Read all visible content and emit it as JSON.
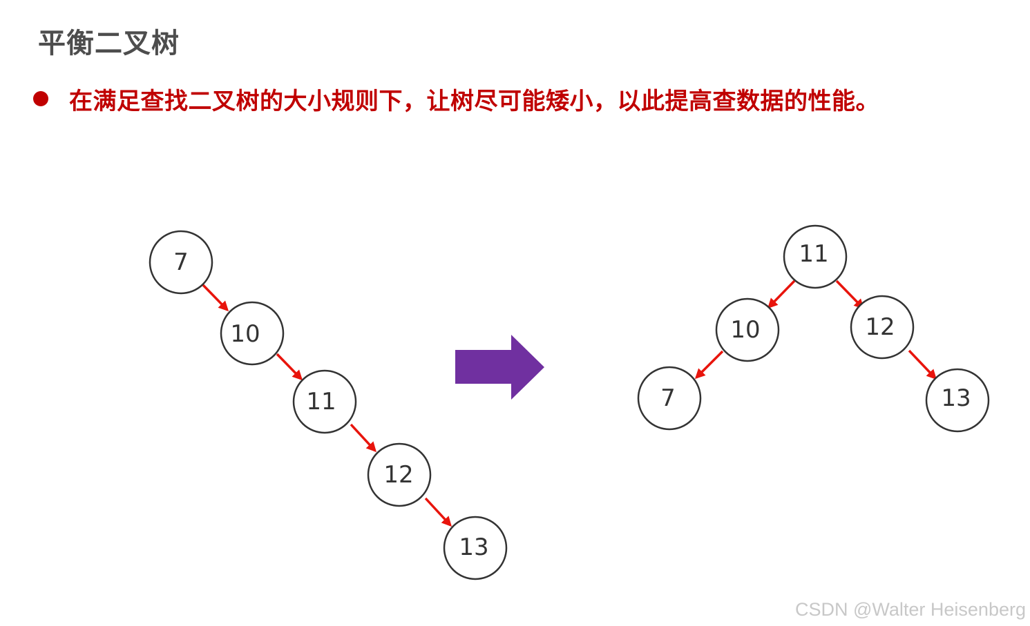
{
  "title": "平衡二叉树",
  "bullet": "在满足查找二叉树的大小规则下，让树尽可能矮小，以此提高查数据的性能。",
  "colors": {
    "bullet_text": "#c00000",
    "edge": "#e8140c",
    "transform_arrow": "#7030a0",
    "node_stroke": "#333333"
  },
  "trees": {
    "unbalanced": {
      "nodes": [
        "7",
        "10",
        "11",
        "12",
        "13"
      ],
      "edges": [
        [
          "7",
          "10"
        ],
        [
          "10",
          "11"
        ],
        [
          "11",
          "12"
        ],
        [
          "12",
          "13"
        ]
      ]
    },
    "balanced": {
      "nodes": [
        "11",
        "10",
        "12",
        "7",
        "13"
      ],
      "edges": [
        [
          "11",
          "10"
        ],
        [
          "11",
          "12"
        ],
        [
          "10",
          "7"
        ],
        [
          "12",
          "13"
        ]
      ]
    }
  },
  "watermark": "CSDN @Walter Heisenberg"
}
